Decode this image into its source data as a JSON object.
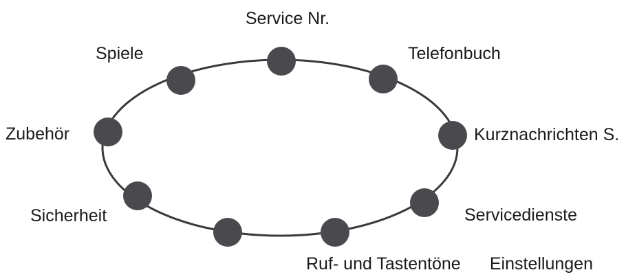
{
  "menu_ring": {
    "ring_color": "#3a3a3a",
    "node_color": "#4a4a4e",
    "text_color": "#1a1a1a",
    "items": [
      {
        "label": "Service Nr."
      },
      {
        "label": "Telefonbuch"
      },
      {
        "label": "Kurznachrichten S."
      },
      {
        "label": "Servicedienste"
      },
      {
        "label": "Ruf- und Tastentöne"
      },
      {
        "label": "Einstellungen"
      },
      {
        "label": "Sicherheit"
      },
      {
        "label": "Zubehör"
      },
      {
        "label": "Spiele"
      }
    ]
  }
}
